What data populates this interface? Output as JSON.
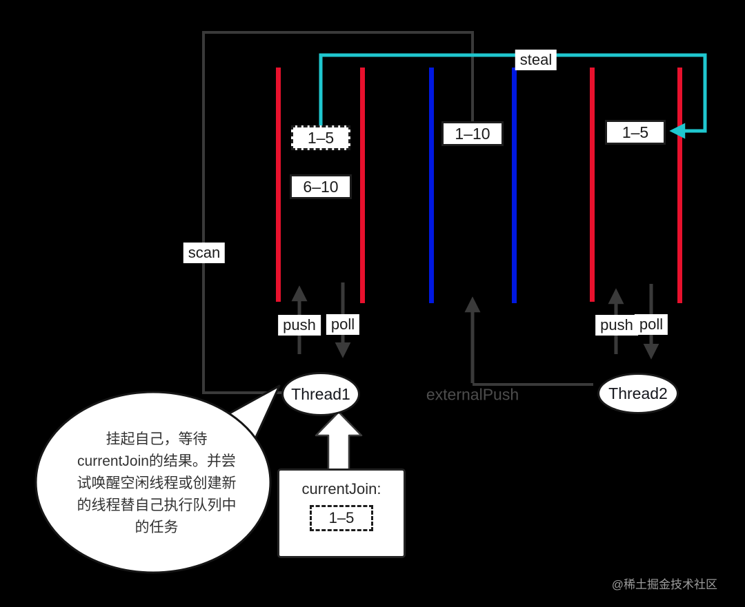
{
  "diagram": {
    "background": "#000000",
    "colors": {
      "queue_left": "#e8112d",
      "queue_middle": "#0018e0",
      "queue_right": "#e8112d",
      "steal_line": "#1fc7cf",
      "scan_line": "#3a3a3a",
      "label_bg": "#ffffff",
      "label_text": "#1b1b1b"
    },
    "nodes": {
      "thread1": "Thread1",
      "thread2": "Thread2"
    },
    "task_boxes": {
      "left_stolen": "1–5",
      "left_remaining": "6–10",
      "middle": "1–10",
      "right_stolen": "1–5"
    },
    "edge_labels": {
      "steal": "steal",
      "scan": "scan",
      "push_left": "push",
      "poll_left": "poll",
      "push_right": "push",
      "poll_right": "poll",
      "external_push": "externalPush"
    },
    "current_join": {
      "title": "currentJoin:",
      "value": "1–5"
    },
    "bubble": {
      "text": "挂起自己，等待\ncurrentJoin的结果。并尝\n试唤醒空闲线程或创建新\n的线程替自己执行队列中\n的任务"
    },
    "watermark": "@稀土掘金技术社区"
  }
}
